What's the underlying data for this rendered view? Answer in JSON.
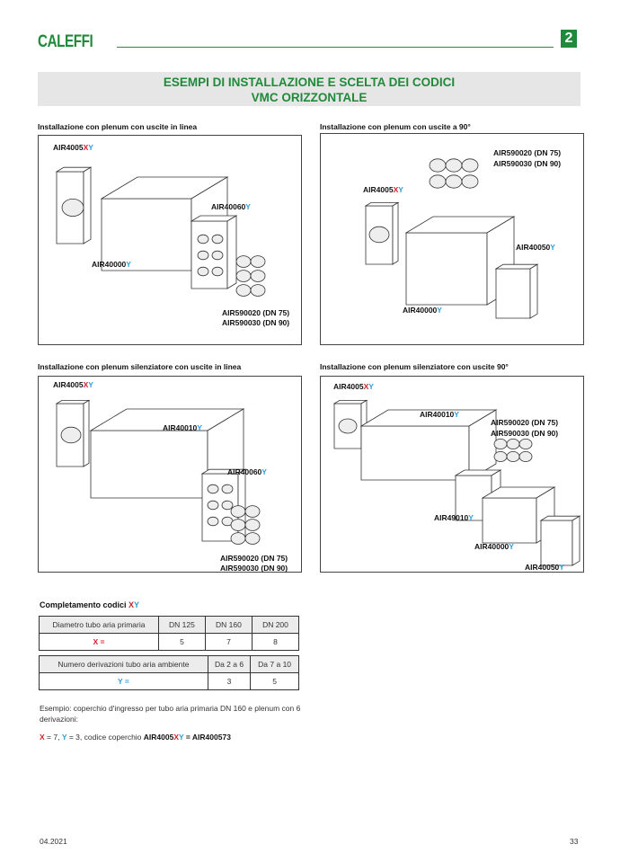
{
  "header": {
    "logo": "CALEFFI",
    "chapter": "2",
    "title_line1": "ESEMPI DI INSTALLAZIONE E SCELTA DEI CODICI",
    "title_line2": "VMC ORIZZONTALE"
  },
  "panels": [
    {
      "caption": "Installazione con plenum con uscite in linea",
      "labels": [
        {
          "base": "AIR4005",
          "x": "X",
          "y": "Y"
        },
        {
          "base": "AIR40060",
          "x": "",
          "y": "Y"
        },
        {
          "base": "AIR40000",
          "x": "",
          "y": "Y"
        },
        {
          "base": "AIR590020 (DN 75)",
          "x": "",
          "y": ""
        },
        {
          "base": "AIR590030 (DN 90)",
          "x": "",
          "y": ""
        }
      ]
    },
    {
      "caption": "Installazione con plenum con uscite a 90°",
      "labels": [
        {
          "base": "AIR590020 (DN 75)",
          "x": "",
          "y": ""
        },
        {
          "base": "AIR590030 (DN 90)",
          "x": "",
          "y": ""
        },
        {
          "base": "AIR4005",
          "x": "X",
          "y": "Y"
        },
        {
          "base": "AIR40050",
          "x": "",
          "y": "Y"
        },
        {
          "base": "AIR40000",
          "x": "",
          "y": "Y"
        }
      ]
    },
    {
      "caption": "Installazione con plenum silenziatore con uscite in linea",
      "labels": [
        {
          "base": "AIR4005",
          "x": "X",
          "y": "Y"
        },
        {
          "base": "AIR40010",
          "x": "",
          "y": "Y"
        },
        {
          "base": "AIR40060",
          "x": "",
          "y": "Y"
        },
        {
          "base": "AIR590020 (DN 75)",
          "x": "",
          "y": ""
        },
        {
          "base": "AIR590030 (DN 90)",
          "x": "",
          "y": ""
        }
      ]
    },
    {
      "caption": "Installazione con plenum silenziatore con uscite 90°",
      "labels": [
        {
          "base": "AIR4005",
          "x": "X",
          "y": "Y"
        },
        {
          "base": "AIR40010",
          "x": "",
          "y": "Y"
        },
        {
          "base": "AIR590020 (DN 75)",
          "x": "",
          "y": ""
        },
        {
          "base": "AIR590030 (DN 90)",
          "x": "",
          "y": ""
        },
        {
          "base": "AIR49010",
          "x": "",
          "y": "Y"
        },
        {
          "base": "AIR40000",
          "x": "",
          "y": "Y"
        },
        {
          "base": "AIR40050",
          "x": "",
          "y": "Y"
        }
      ]
    }
  ],
  "completion": {
    "title": "Completamento codici ",
    "x": "X",
    "y": "Y",
    "table1": {
      "header": [
        "Diametro tubo aria primaria",
        "DN 125",
        "DN 160",
        "DN 200"
      ],
      "row_label": "X =",
      "values": [
        "5",
        "7",
        "8"
      ]
    },
    "table2": {
      "header": [
        "Numero derivazioni tubo aria ambiente",
        "Da 2 a 6",
        "Da 7 a 10"
      ],
      "row_label": "Y =",
      "values": [
        "3",
        "5"
      ]
    },
    "example_text": "Esempio: coperchio d'ingresso per tubo aria primaria DN 160 e plenum con 6 derivazioni:",
    "example_x": "X",
    "example_x_val": " = 7, ",
    "example_y": "Y",
    "example_y_val": " = 3, codice coperchio ",
    "example_code": "AIR4005",
    "example_result": " = AIR400573"
  },
  "footer": {
    "date": "04.2021",
    "page": "33"
  },
  "colors": {
    "green": "#1f8a3a",
    "red": "#d4202a",
    "blue": "#2a9fd6"
  }
}
